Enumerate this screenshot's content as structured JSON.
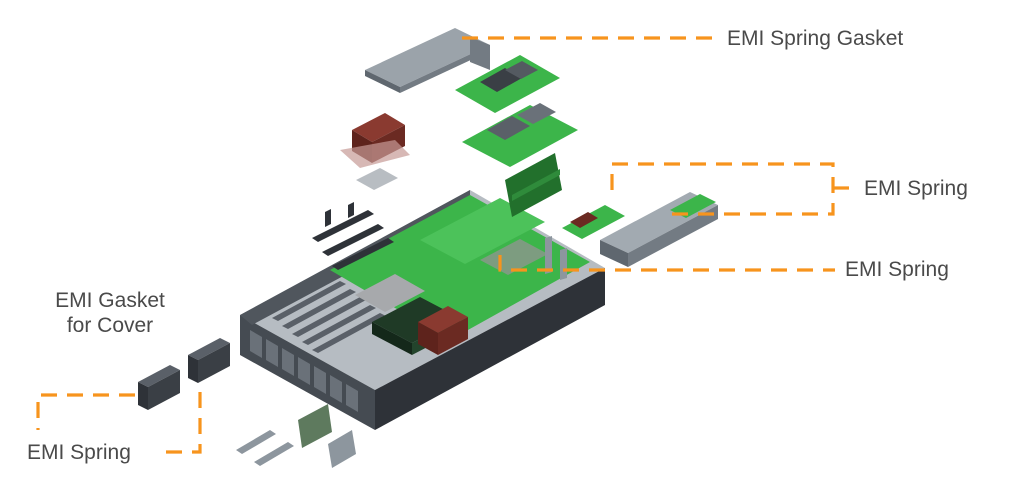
{
  "callouts": {
    "spring_gasket": "EMI Spring Gasket",
    "spring_right_upper": "EMI Spring",
    "spring_right_lower": "EMI Spring",
    "gasket_cover_line1": "EMI Gasket",
    "gasket_cover_line2": "for Cover",
    "spring_bottom_left": "EMI Spring"
  },
  "colors": {
    "leader": "#f7941d",
    "pcb": "#3cb54a",
    "chassis": "#2e3238",
    "sheet_metal": "#8d969e",
    "heatsink": "#6b2a22",
    "text": "#4a4a4a"
  }
}
